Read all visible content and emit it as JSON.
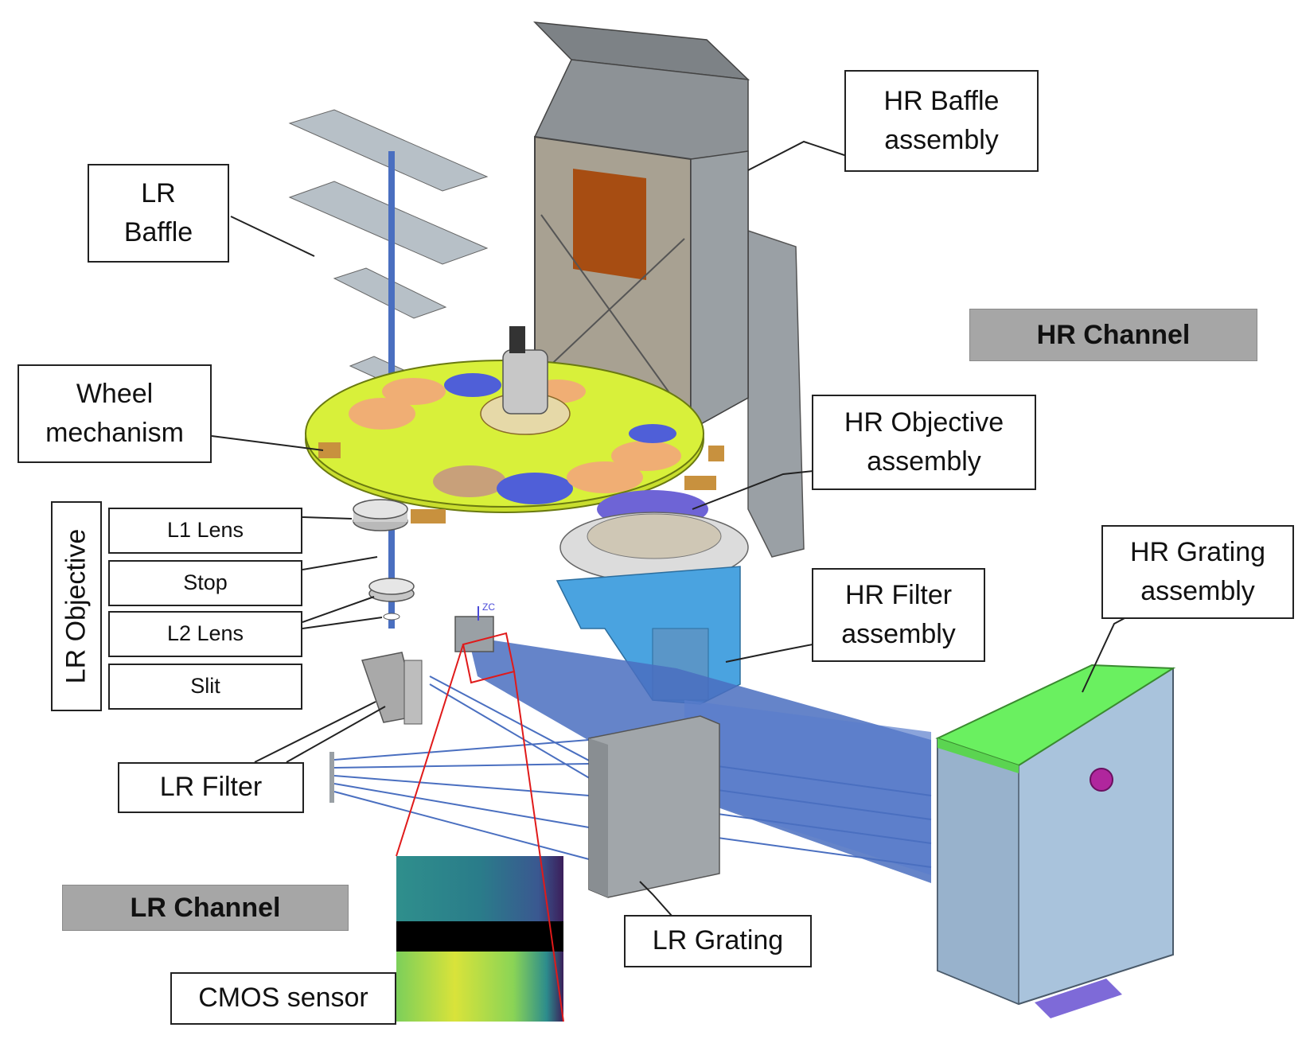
{
  "labels": {
    "hr_baffle": "HR Baffle\nassembly",
    "lr_baffle": "LR\nBaffle",
    "wheel": "Wheel\nmechanism",
    "hr_objective": "HR Objective\nassembly",
    "lr_objective": "LR Objective",
    "l1_lens": "L1 Lens",
    "stop": "Stop",
    "l2_lens": "L2 Lens",
    "slit": "Slit",
    "hr_filter": "HR Filter\nassembly",
    "hr_grating": "HR Grating\nassembly",
    "lr_filter": "LR Filter",
    "lr_grating": "LR Grating",
    "cmos": "CMOS sensor",
    "axis_zc": "ZC"
  },
  "channels": {
    "hr": "HR Channel",
    "lr": "LR Channel"
  },
  "colors": {
    "baffle_gray": "#9da3a7",
    "baffle_dark": "#6f7478",
    "wheel_yellow": "#d8f03a",
    "filter_orange": "#f0ae74",
    "filter_blue": "#4f5fd8",
    "blue_part": "#4aa3e0",
    "beam_blue": "#4a6fc0",
    "grating_green": "#6af060",
    "grating_body": "#a9c3dc",
    "bronze": "#c8913e",
    "red_outline": "#e01a1a"
  }
}
